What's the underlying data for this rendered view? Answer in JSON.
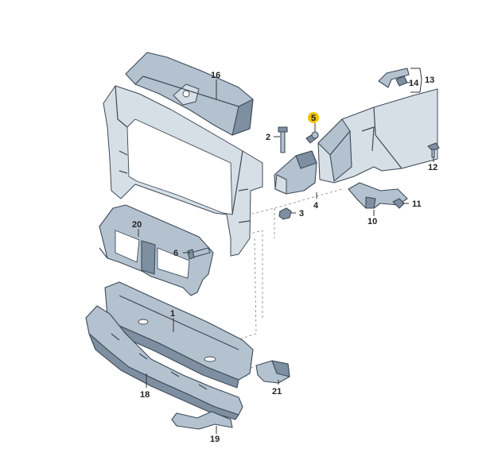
{
  "callouts": {
    "c1": "1",
    "c2": "2",
    "c3": "3",
    "c4": "4",
    "c5": "5",
    "c6": "6",
    "c10": "10",
    "c11": "11",
    "c12": "12",
    "c13": "13",
    "c14": "14",
    "c16": "16",
    "c18": "18",
    "c19": "19",
    "c20": "20",
    "c21": "21"
  },
  "colors": {
    "highlight": "#f2c200",
    "part_fill": "#b4c2d0",
    "part_stroke": "#3d4a57"
  }
}
